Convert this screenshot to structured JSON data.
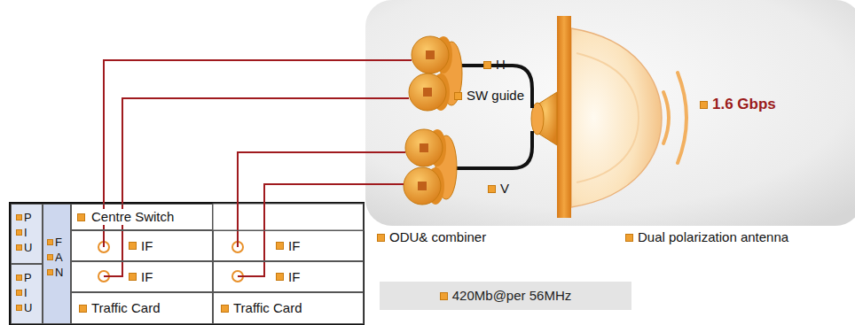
{
  "diagram": {
    "nodes": [
      {
        "text": [
          "P I U"
        ]
      },
      {
        "text": [
          "F A N"
        ]
      },
      {
        "text": [
          "Centre Switch"
        ]
      },
      {
        "text": [
          "IF"
        ]
      },
      {
        "text": [
          "IF"
        ]
      },
      {
        "text": [
          "IF"
        ]
      },
      {
        "text": [
          "IF"
        ]
      },
      {
        "text": [
          "P I U"
        ]
      },
      {
        "text": [
          "Traffic Card"
        ]
      },
      {
        "text": [
          "Traffic Card"
        ]
      },
      {
        "text": [
          "420Mb@per 56MHz"
        ]
      }
    ],
    "labels": [
      "H",
      "SW guide",
      "1.6 Gbps",
      "V",
      "ODU& combiner",
      "Dual polarization antenna"
    ]
  }
}
